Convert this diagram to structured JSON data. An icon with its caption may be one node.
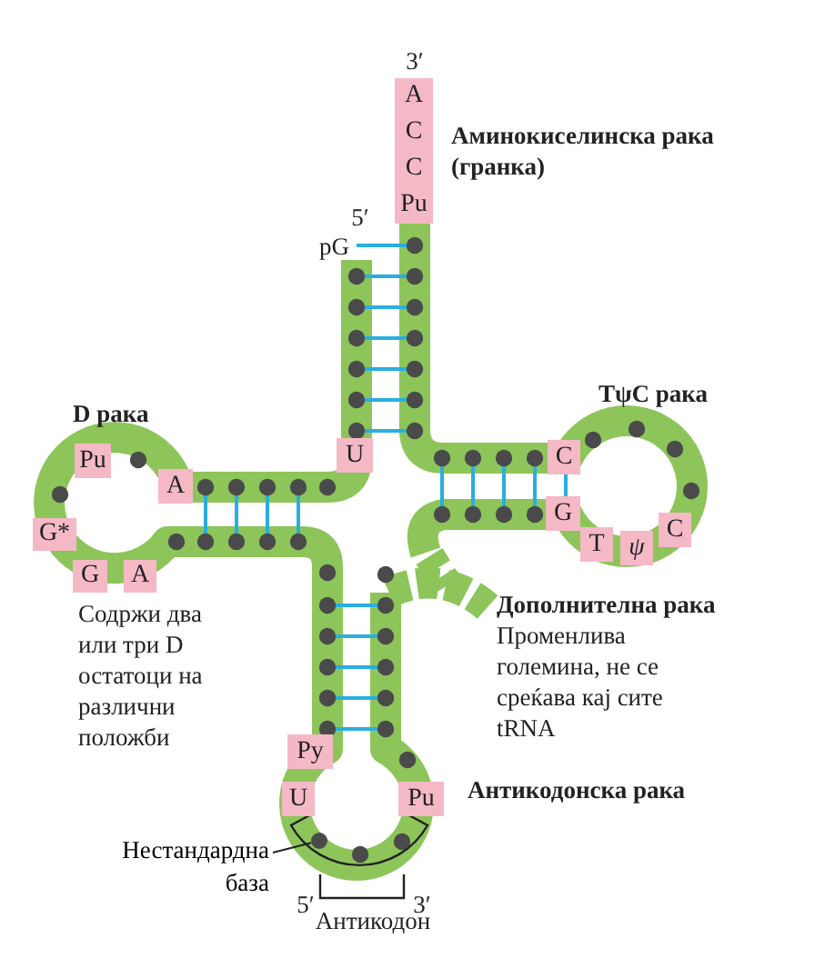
{
  "diagram": {
    "nodes": [
      {
        "text": [
          "A",
          "C",
          "C",
          "Pu"
        ]
      },
      {
        "text": [
          "Pu"
        ]
      },
      {
        "text": [
          "A"
        ]
      },
      {
        "text": [
          "U"
        ]
      },
      {
        "text": [
          "C"
        ]
      },
      {
        "text": [
          "G*"
        ]
      },
      {
        "text": [
          "G"
        ]
      },
      {
        "text": [
          "T"
        ]
      },
      {
        "text": [
          "ψ"
        ]
      },
      {
        "text": [
          "C"
        ]
      },
      {
        "text": [
          "G"
        ]
      },
      {
        "text": [
          "A"
        ]
      },
      {
        "text": [
          "Py"
        ]
      },
      {
        "text": [
          "U"
        ]
      },
      {
        "text": [
          "Pu"
        ]
      },
      {
        "text": [
          "Нестандардна база"
        ]
      },
      {
        "text": [],
        "shape": "circle"
      }
    ],
    "edges": [
      {
        "from": 15,
        "to": 16,
        "arrow": "none"
      }
    ],
    "labels": [
      "3′",
      "Аминокиселинска рака (гранка)",
      "5′",
      "pG",
      "D рака",
      "TψC рака",
      "Содржи два или три D остатоци на различни положби",
      "Дополнителна рака",
      "Променлива големина, не се среќава кај сите tRNA",
      "Антикодонска рака",
      "5′",
      "3′",
      "Антикодон"
    ]
  }
}
